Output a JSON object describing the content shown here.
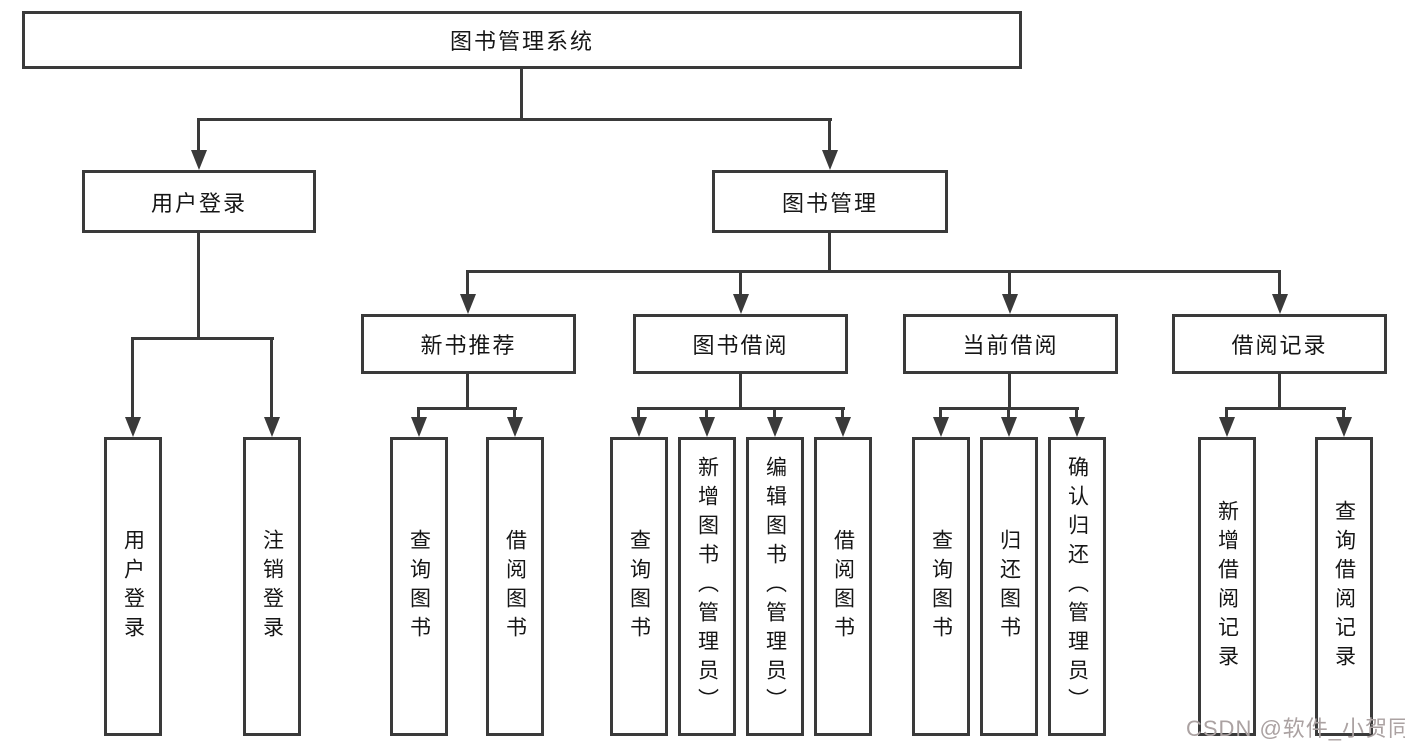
{
  "diagram": {
    "root": {
      "label": "图书管理系统"
    },
    "level2": [
      {
        "label": "用户登录"
      },
      {
        "label": "图书管理"
      }
    ],
    "level3": [
      {
        "label": "新书推荐"
      },
      {
        "label": "图书借阅"
      },
      {
        "label": "当前借阅"
      },
      {
        "label": "借阅记录"
      }
    ],
    "leaves": [
      {
        "label": "用户登录"
      },
      {
        "label": "注销登录"
      },
      {
        "label": "查询图书"
      },
      {
        "label": "借阅图书"
      },
      {
        "label": "查询图书"
      },
      {
        "label": "新增图书（管理员）"
      },
      {
        "label": "编辑图书（管理员）"
      },
      {
        "label": "借阅图书"
      },
      {
        "label": "查询图书"
      },
      {
        "label": "归还图书"
      },
      {
        "label": "确认归还（管理员）"
      },
      {
        "label": "新增借阅记录"
      },
      {
        "label": "查询借阅记录"
      }
    ]
  },
  "watermark": {
    "text": "CSDN @软件_小贺同学"
  },
  "colors": {
    "line": "#3a3a3a",
    "text": "#161616",
    "watermark": "#aba2a2",
    "bg": "#ffffff"
  }
}
